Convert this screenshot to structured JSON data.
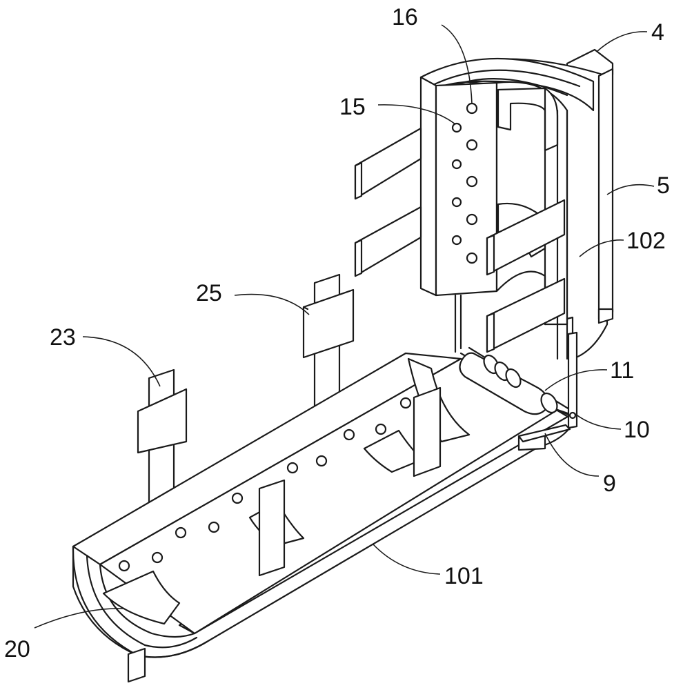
{
  "labels": {
    "l16": "16",
    "l4": "4",
    "l15": "15",
    "l5": "5",
    "l102": "102",
    "l25": "25",
    "l23": "23",
    "l11": "11",
    "l10": "10",
    "l9": "9",
    "l101": "101",
    "l20": "20"
  },
  "colors": {
    "line": "#1a1a1a",
    "fill": "#ffffff",
    "shade": "#f2f2f2"
  }
}
